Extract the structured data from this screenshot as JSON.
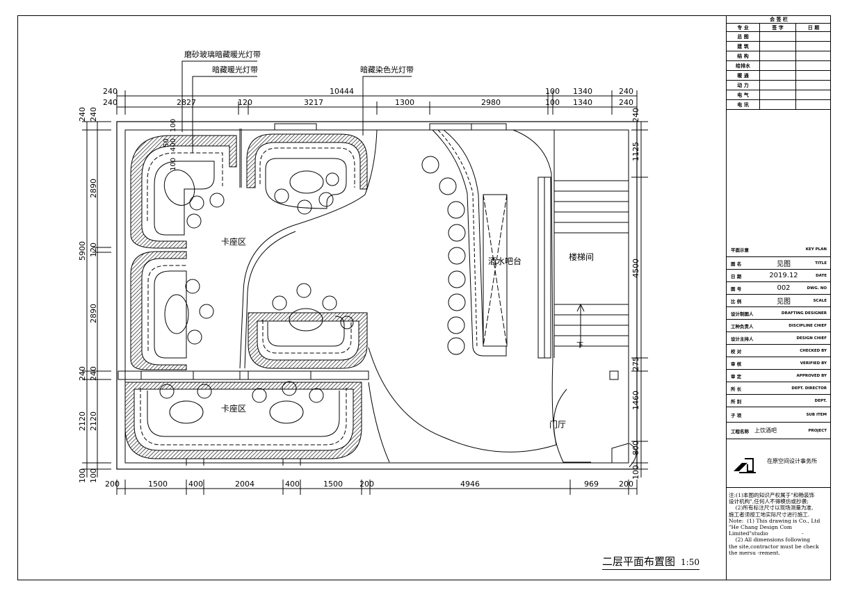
{
  "drawing": {
    "title": "二层平面布置图",
    "scale": "1:50"
  },
  "labels": {
    "frosted_glass_light": "磨砂玻璃暗藏暖光灯带",
    "hidden_warm_light": "暗藏暖光灯带",
    "hidden_color_light": "暗藏染色光灯带",
    "booth_area": "卡座区",
    "booth_area_2": "卡座区",
    "bar_counter": "酒水吧台",
    "stairwell": "楼梯间",
    "lobby": "门厅",
    "down": "下"
  },
  "dimensions": {
    "top_overall": [
      "240",
      "10444",
      "100",
      "1340",
      "240"
    ],
    "top_detail": [
      "240",
      "2827",
      "120",
      "3217",
      "1300",
      "2980",
      "100",
      "1340",
      "240"
    ],
    "bottom": [
      "200",
      "1500",
      "400",
      "2004",
      "400",
      "1500",
      "200",
      "4946",
      "969",
      "200"
    ],
    "bottom_left_edge": [
      "100",
      "100"
    ],
    "left_outer": [
      "240",
      "5900",
      "240",
      "2120",
      "100"
    ],
    "left_inner": [
      "240",
      "2890",
      "120",
      "2890",
      "240",
      "2120",
      "100"
    ],
    "right": [
      "240",
      "1125",
      "4500",
      "275",
      "1460",
      "800",
      "100"
    ],
    "inner_small": [
      "100",
      "400",
      "100",
      "50"
    ]
  },
  "title_block": {
    "header": "会 签 栏",
    "col_headers": [
      "专 业",
      "签 字",
      "日 期"
    ],
    "disciplines": [
      "总 图",
      "建 筑",
      "结 构",
      "给排水",
      "暖 通",
      "动 力",
      "电 气",
      "电 讯"
    ],
    "key_plan_cn": "平面示意",
    "key_plan_en": "KEY PLAN",
    "rows": [
      {
        "cn": "图 名",
        "value": "见图",
        "en": "TITLE"
      },
      {
        "cn": "日 期",
        "value": "2019.12",
        "en": "DATE"
      },
      {
        "cn": "图 号",
        "value": "002",
        "en": "DWG. NO"
      },
      {
        "cn": "比 例",
        "value": "见图",
        "en": "SCALE"
      },
      {
        "cn": "设计制图人",
        "value": "",
        "en": "DRAFTING DESIGNER"
      },
      {
        "cn": "工种负责人",
        "value": "",
        "en": "DISCIPLINE CHIEF"
      },
      {
        "cn": "设计主持人",
        "value": "",
        "en": "DESIGN CHIEF"
      },
      {
        "cn": "校 对",
        "value": "",
        "en": "CHECKED BY"
      },
      {
        "cn": "审 核",
        "value": "",
        "en": "VERIFIED BY"
      },
      {
        "cn": "审 定",
        "value": "",
        "en": "APPROVED BY"
      },
      {
        "cn": "所 长",
        "value": "",
        "en": "DEPT. DIRECTOR"
      },
      {
        "cn": "所 别",
        "value": "",
        "en": "DEPT."
      },
      {
        "cn": "子 项",
        "value": "",
        "en": "SUB ITEM"
      }
    ],
    "project_cn": "工程名称",
    "project_name": "上饮酒吧",
    "project_en": "PROJECT",
    "company": "在原空间设计事务所",
    "notes": "注:(1)本图的知识产权属于\"和畅装饰\n设计机构\",任何人不得模仿或抄袭;\n    (2)所有标注尺寸以现场测量为准,\n施工者须按工地实际尺寸进行施工.\nNote:  (1) This drawing is Co., Ltd\n\"He Chang Design Com\nLimited\"studio                    -\n    (2) All dimensions following\nthe site,contractor must be check\nthe mersu -rement."
  }
}
